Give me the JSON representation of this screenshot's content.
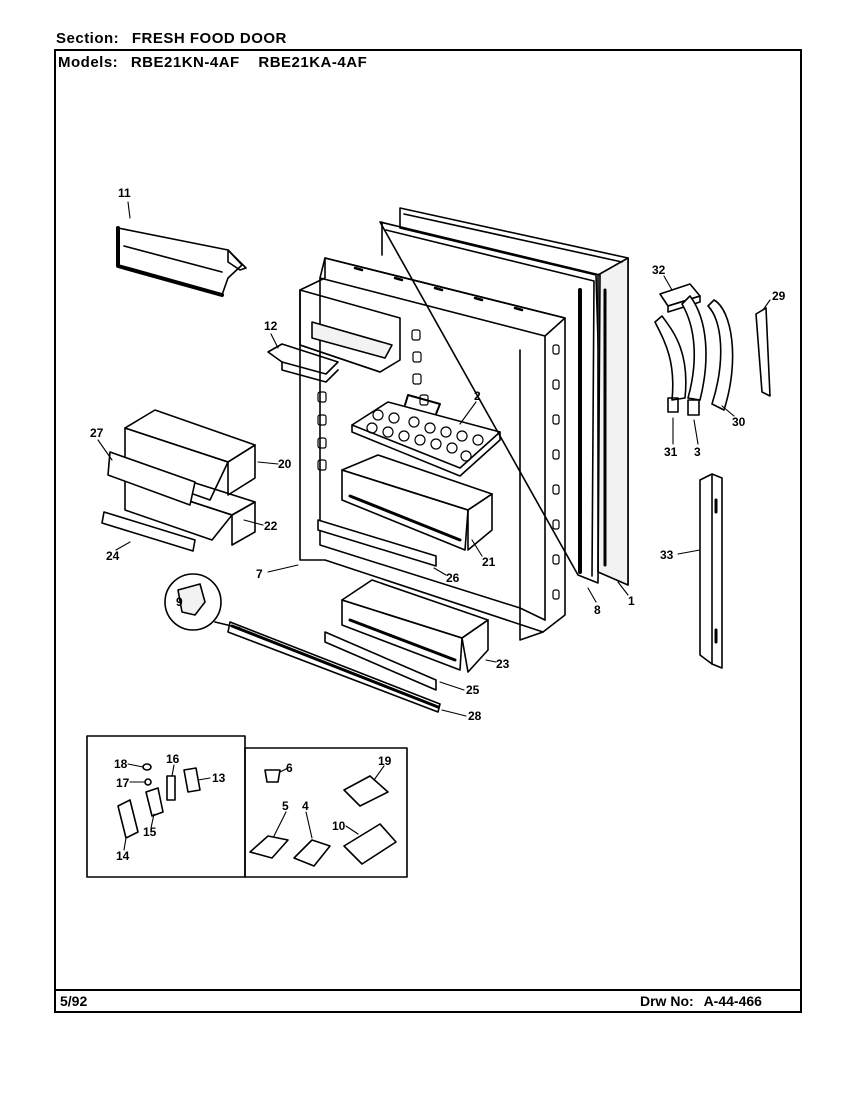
{
  "header": {
    "section_label": "Section:",
    "section_value": "FRESH FOOD DOOR",
    "models_label": "Models:",
    "models": [
      "RBE21KN-4AF",
      "RBE21KA-4AF"
    ]
  },
  "footer": {
    "date": "5/92",
    "drawing_label": "Drw No:",
    "drawing_number": "A-44-466"
  },
  "callouts": {
    "c1": "1",
    "c2": "2",
    "c3": "3",
    "c4": "4",
    "c5": "5",
    "c6": "6",
    "c7": "7",
    "c8": "8",
    "c9": "9",
    "c10": "10",
    "c11": "11",
    "c12": "12",
    "c13": "13",
    "c14": "14",
    "c15": "15",
    "c16": "16",
    "c17": "17",
    "c18": "18",
    "c19": "19",
    "c20": "20",
    "c21": "21",
    "c22": "22",
    "c23": "23",
    "c24": "24",
    "c25": "25",
    "c26": "26",
    "c27": "27",
    "c28": "28",
    "c29": "29",
    "c30": "30",
    "c31": "31",
    "c32": "32",
    "c33": "33"
  }
}
